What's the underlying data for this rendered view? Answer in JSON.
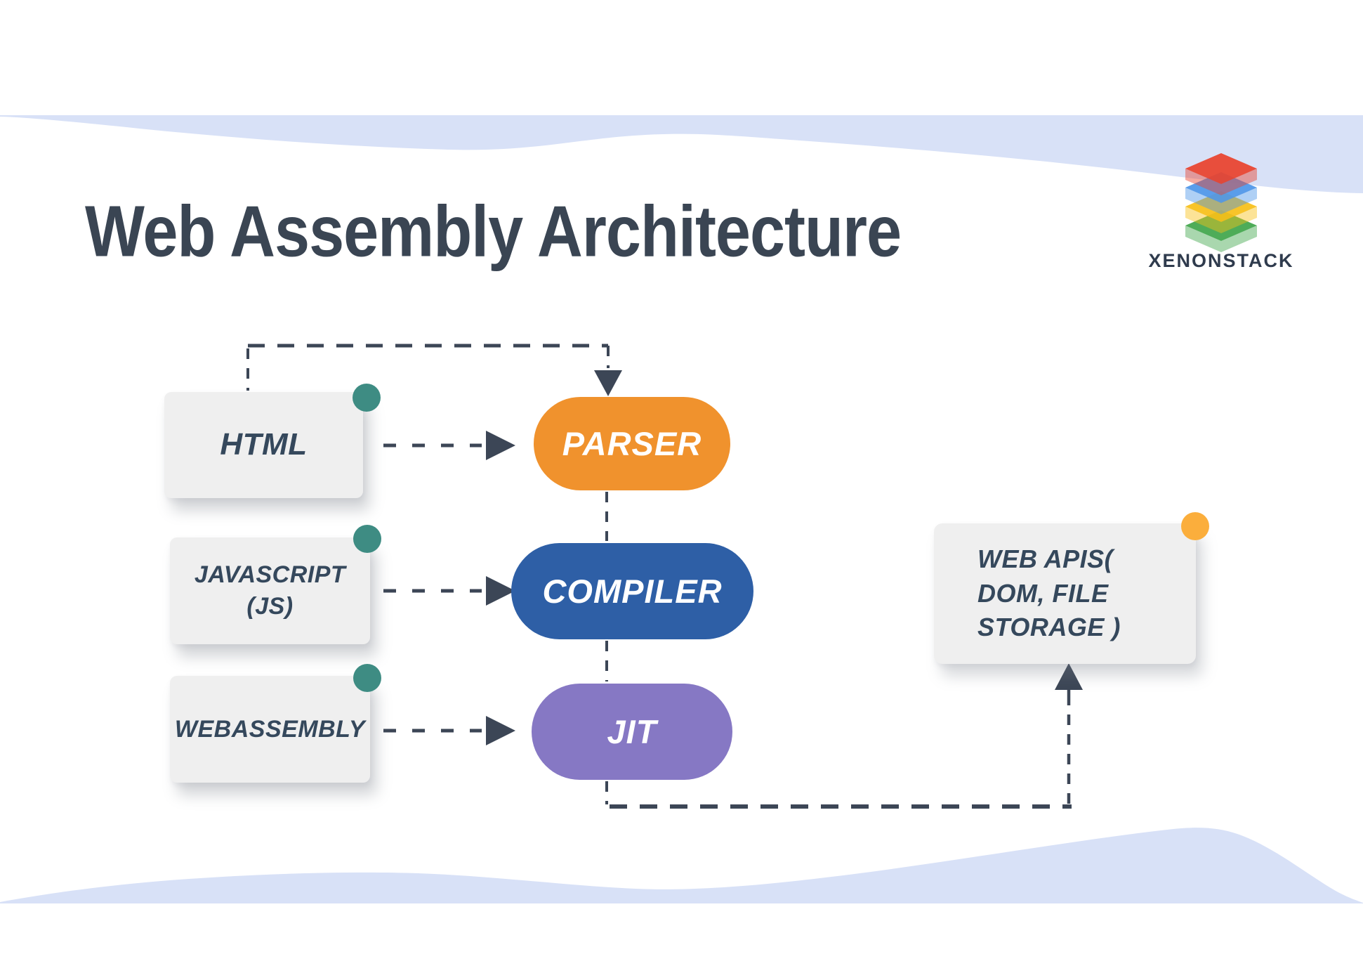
{
  "header": {
    "title": "Web Assembly Architecture"
  },
  "logo": {
    "label": "XENONSTACK",
    "layers": [
      {
        "name": "red-layer",
        "color": "#E8432D"
      },
      {
        "name": "blue-layer",
        "color": "#4D96E8"
      },
      {
        "name": "yellow-layer",
        "color": "#F8C019"
      },
      {
        "name": "green-layer",
        "color": "#41A64B"
      }
    ]
  },
  "diagram": {
    "sources": [
      {
        "label": "HTML",
        "dot_color": "#3E8C83"
      },
      {
        "label": "JAVASCRIPT (JS)",
        "dot_color": "#3E8C83"
      },
      {
        "label": "WEBASSEMBLY",
        "dot_color": "#3E8C83"
      }
    ],
    "stages": [
      {
        "label": "PARSER",
        "color": "#F0922D"
      },
      {
        "label": "COMPILER",
        "color": "#2E5FA6"
      },
      {
        "label": "JIT",
        "color": "#8678C4"
      }
    ],
    "output": {
      "label": "WEB APIS( DOM, FILE STORAGE )",
      "dot_color": "#FBAE3C"
    }
  },
  "colors": {
    "background": "#FFFFFF",
    "wave": "#D8E1F7",
    "line": "#3C4656",
    "box_bg": "#EFEFEF",
    "box_text": "#35485C",
    "title_text": "#3A4553",
    "pill_text": "#FFFFFF"
  }
}
